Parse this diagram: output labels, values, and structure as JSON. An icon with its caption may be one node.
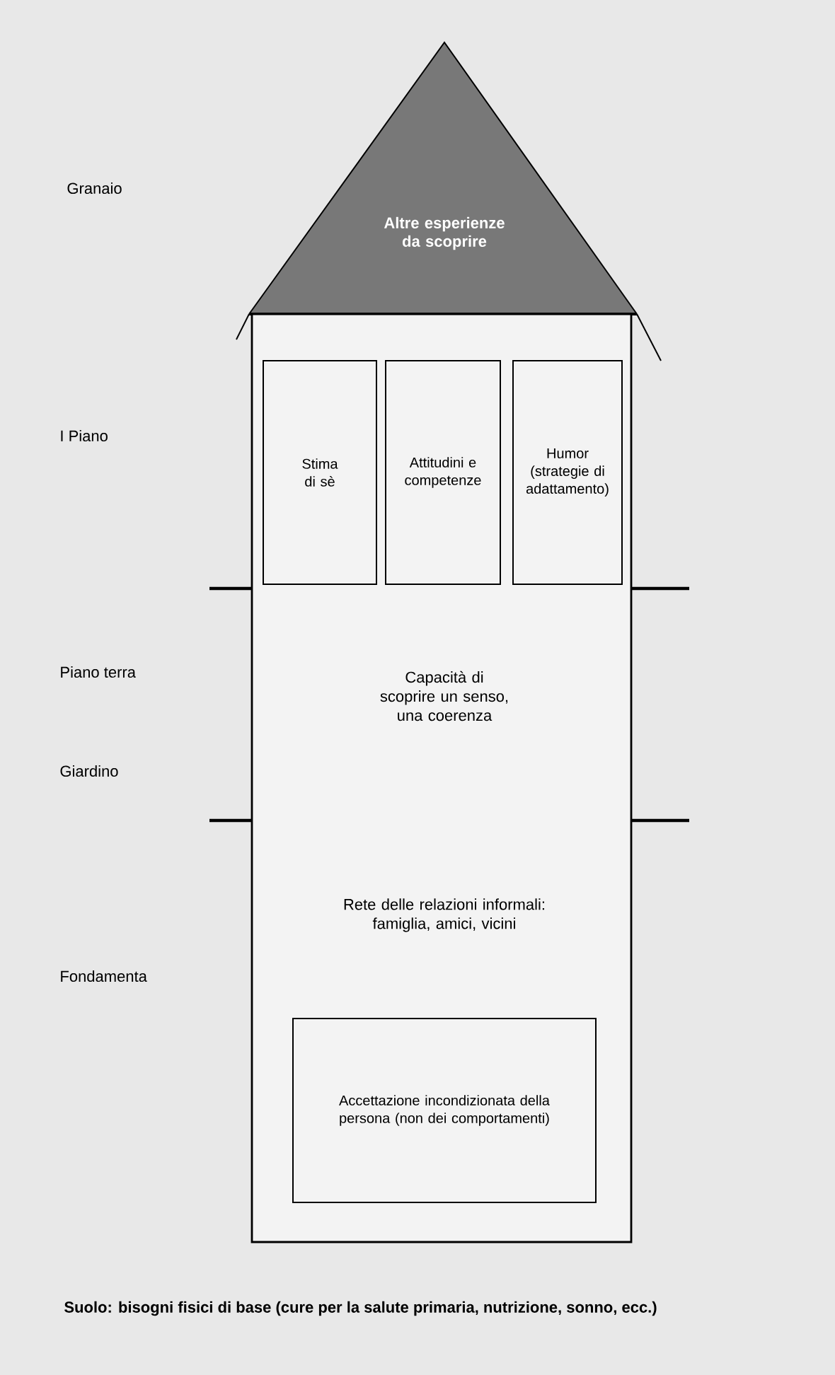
{
  "diagram": {
    "nodes": [
      {
        "text": [
          "Altre esperienze da scoprire"
        ]
      },
      {
        "text": [],
        "shape": "box"
      },
      {
        "text": [
          "Stima di sè"
        ],
        "in": 1
      },
      {
        "text": [
          "Attitudini e competenze"
        ],
        "in": 1
      },
      {
        "text": [
          "Humor (strategie di adattamento)"
        ],
        "in": 1
      },
      {
        "text": [
          "Capacità di scoprire un senso, una coerenza"
        ],
        "in": 1
      },
      {
        "text": [
          "Rete delle relazioni informali: famiglia, amici, vicini"
        ],
        "in": 1
      },
      {
        "text": [
          "Accettazione incondizionata della persona (non dei comportamenti)"
        ],
        "in": 1
      }
    ],
    "labels": [
      "Granaio",
      "I Piano",
      "Piano terra",
      "Giardino",
      "Fondamenta",
      "Suolo: bisogni fisici di base (cure per la salute primaria, nutrizione, sonno, ecc.)"
    ]
  }
}
